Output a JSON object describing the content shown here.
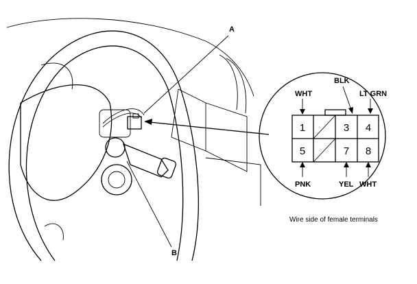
{
  "callouts": {
    "a": "A",
    "b": "B"
  },
  "connector": {
    "top_wires": [
      "WHT",
      "BLK",
      "LT GRN"
    ],
    "bottom_wires": [
      "PNK",
      "YEL",
      "WHT"
    ],
    "pins": [
      "1",
      "3",
      "4",
      "5",
      "7",
      "8"
    ],
    "caption": "Wire side of female terminals"
  }
}
